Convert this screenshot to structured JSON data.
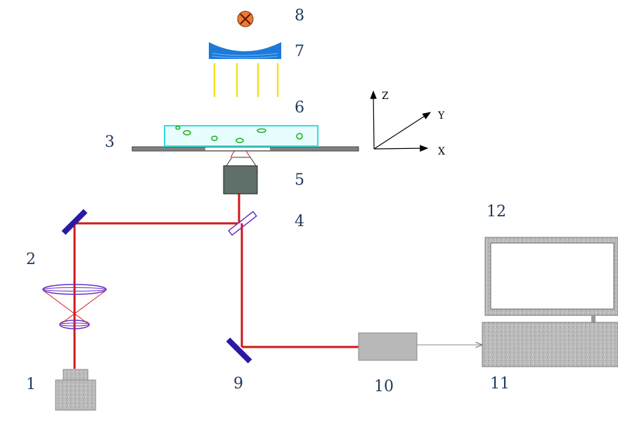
{
  "labels": {
    "n1": "1",
    "n2": "2",
    "n3": "3",
    "n4": "4",
    "n5": "5",
    "n6": "6",
    "n7": "7",
    "n8": "8",
    "n9": "9",
    "n10": "10",
    "n11": "11",
    "n12": "12"
  },
  "axes": {
    "z": "Z",
    "y": "Y",
    "x": "X"
  },
  "colors": {
    "laser": "#d01818",
    "mirror": "#2a1aa0",
    "lens": "#6a30c8",
    "device_gray": "#b8b8b8",
    "objective": "#5f6f6a",
    "slide": "#2ee0e0",
    "particles": "#18b018",
    "light": "#f0e020",
    "condenser": "#1e7ad8",
    "lamp": "#f07a30",
    "text": "#1f3a5a"
  },
  "icons": [
    "lamp-icon",
    "condenser-icon",
    "monitor-icon",
    "keyboard-icon",
    "laser-source-icon",
    "camera-icon"
  ]
}
